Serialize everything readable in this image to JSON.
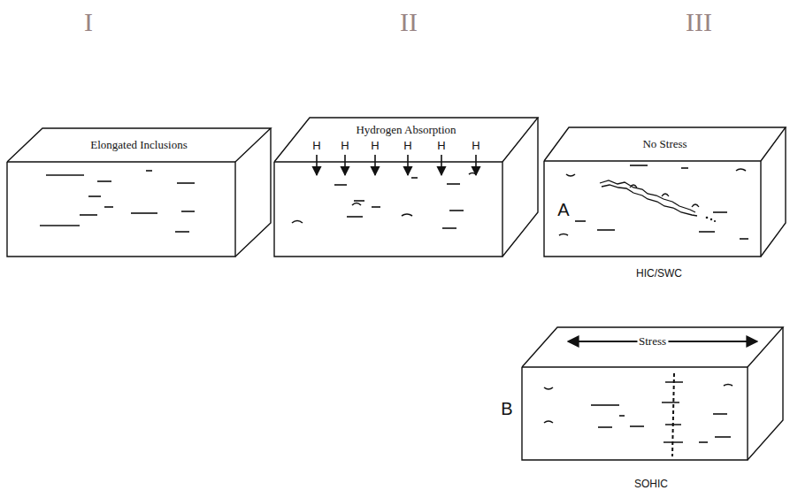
{
  "diagram": {
    "nodes": [
      {
        "text": [
          "Elongated Inclusions"
        ]
      },
      {
        "text": [
          "Hydrogen Absorption"
        ]
      },
      {
        "text": [
          "No Stress"
        ]
      },
      {
        "text": [
          "Stress"
        ]
      }
    ],
    "labels": [
      "I",
      "II",
      "III",
      "H",
      "H",
      "H",
      "H",
      "H",
      "H",
      "A",
      "HIC/SWC",
      "B",
      "SOHIC"
    ]
  }
}
